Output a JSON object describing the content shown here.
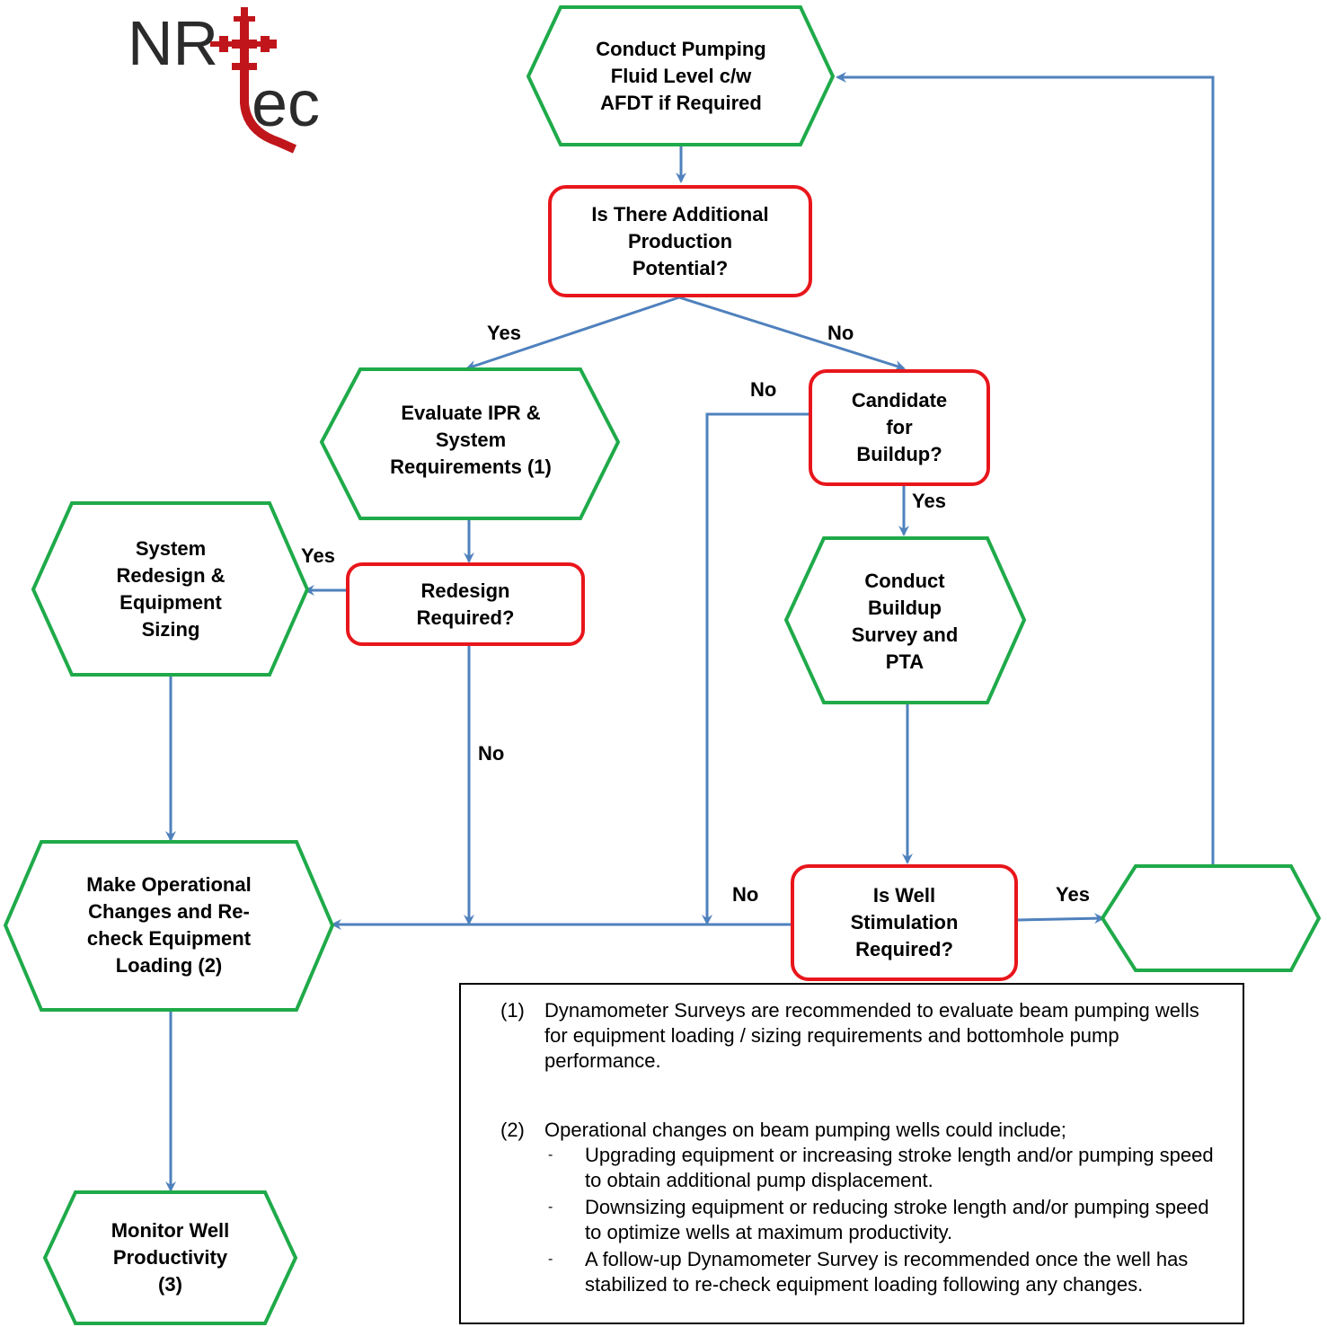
{
  "logo": {
    "text_left": "NR",
    "text_bottom": "ec"
  },
  "nodes": {
    "conduct_pumping": "Conduct Pumping\nFluid Level c/w\nAFDT if Required",
    "additional_potential": "Is There Additional\nProduction\nPotential?",
    "evaluate_ipr": "Evaluate IPR &\nSystem\nRequirements (1)",
    "candidate_buildup": "Candidate\nfor\nBuildup?",
    "system_redesign": "System\nRedesign &\nEquipment\nSizing",
    "redesign_required": "Redesign\nRequired?",
    "conduct_buildup": "Conduct\nBuildup\nSurvey and\nPTA",
    "make_operational": "Make Operational\nChanges and Re-\ncheck Equipment\nLoading (2)",
    "stimulation_required": "Is Well\nStimulation\nRequired?",
    "blank_step": "",
    "monitor_well": "Monitor Well\nProductivity\n(3)"
  },
  "edge_labels": {
    "yes_potential": "Yes",
    "no_potential": "No",
    "no_candidate": "No",
    "yes_candidate": "Yes",
    "yes_redesign": "Yes",
    "no_redesign": "No",
    "no_stimulation": "No",
    "yes_stimulation": "Yes"
  },
  "notes": {
    "note1_num": "(1)",
    "note1_text": "Dynamometer Surveys are recommended to evaluate beam pumping wells for equipment loading / sizing requirements and bottomhole pump performance.",
    "note2_num": "(2)",
    "note2_text": "Operational changes on beam pumping wells could include;",
    "bullets": [
      "Upgrading equipment or increasing stroke length and/or pumping speed to obtain additional pump displacement.",
      "Downsizing equipment or reducing stroke length and/or pumping speed to optimize wells at maximum productivity.",
      "A follow-up Dynamometer Survey is recommended once the well has stabilized to re-check equipment loading following any changes."
    ],
    "bullet_marker": "-"
  },
  "colors": {
    "process_border": "#1faa4a",
    "decision_border": "#e8161b",
    "connector": "#4f81bd",
    "logo_dark": "#2b2b2b",
    "logo_red": "#c0161b"
  }
}
